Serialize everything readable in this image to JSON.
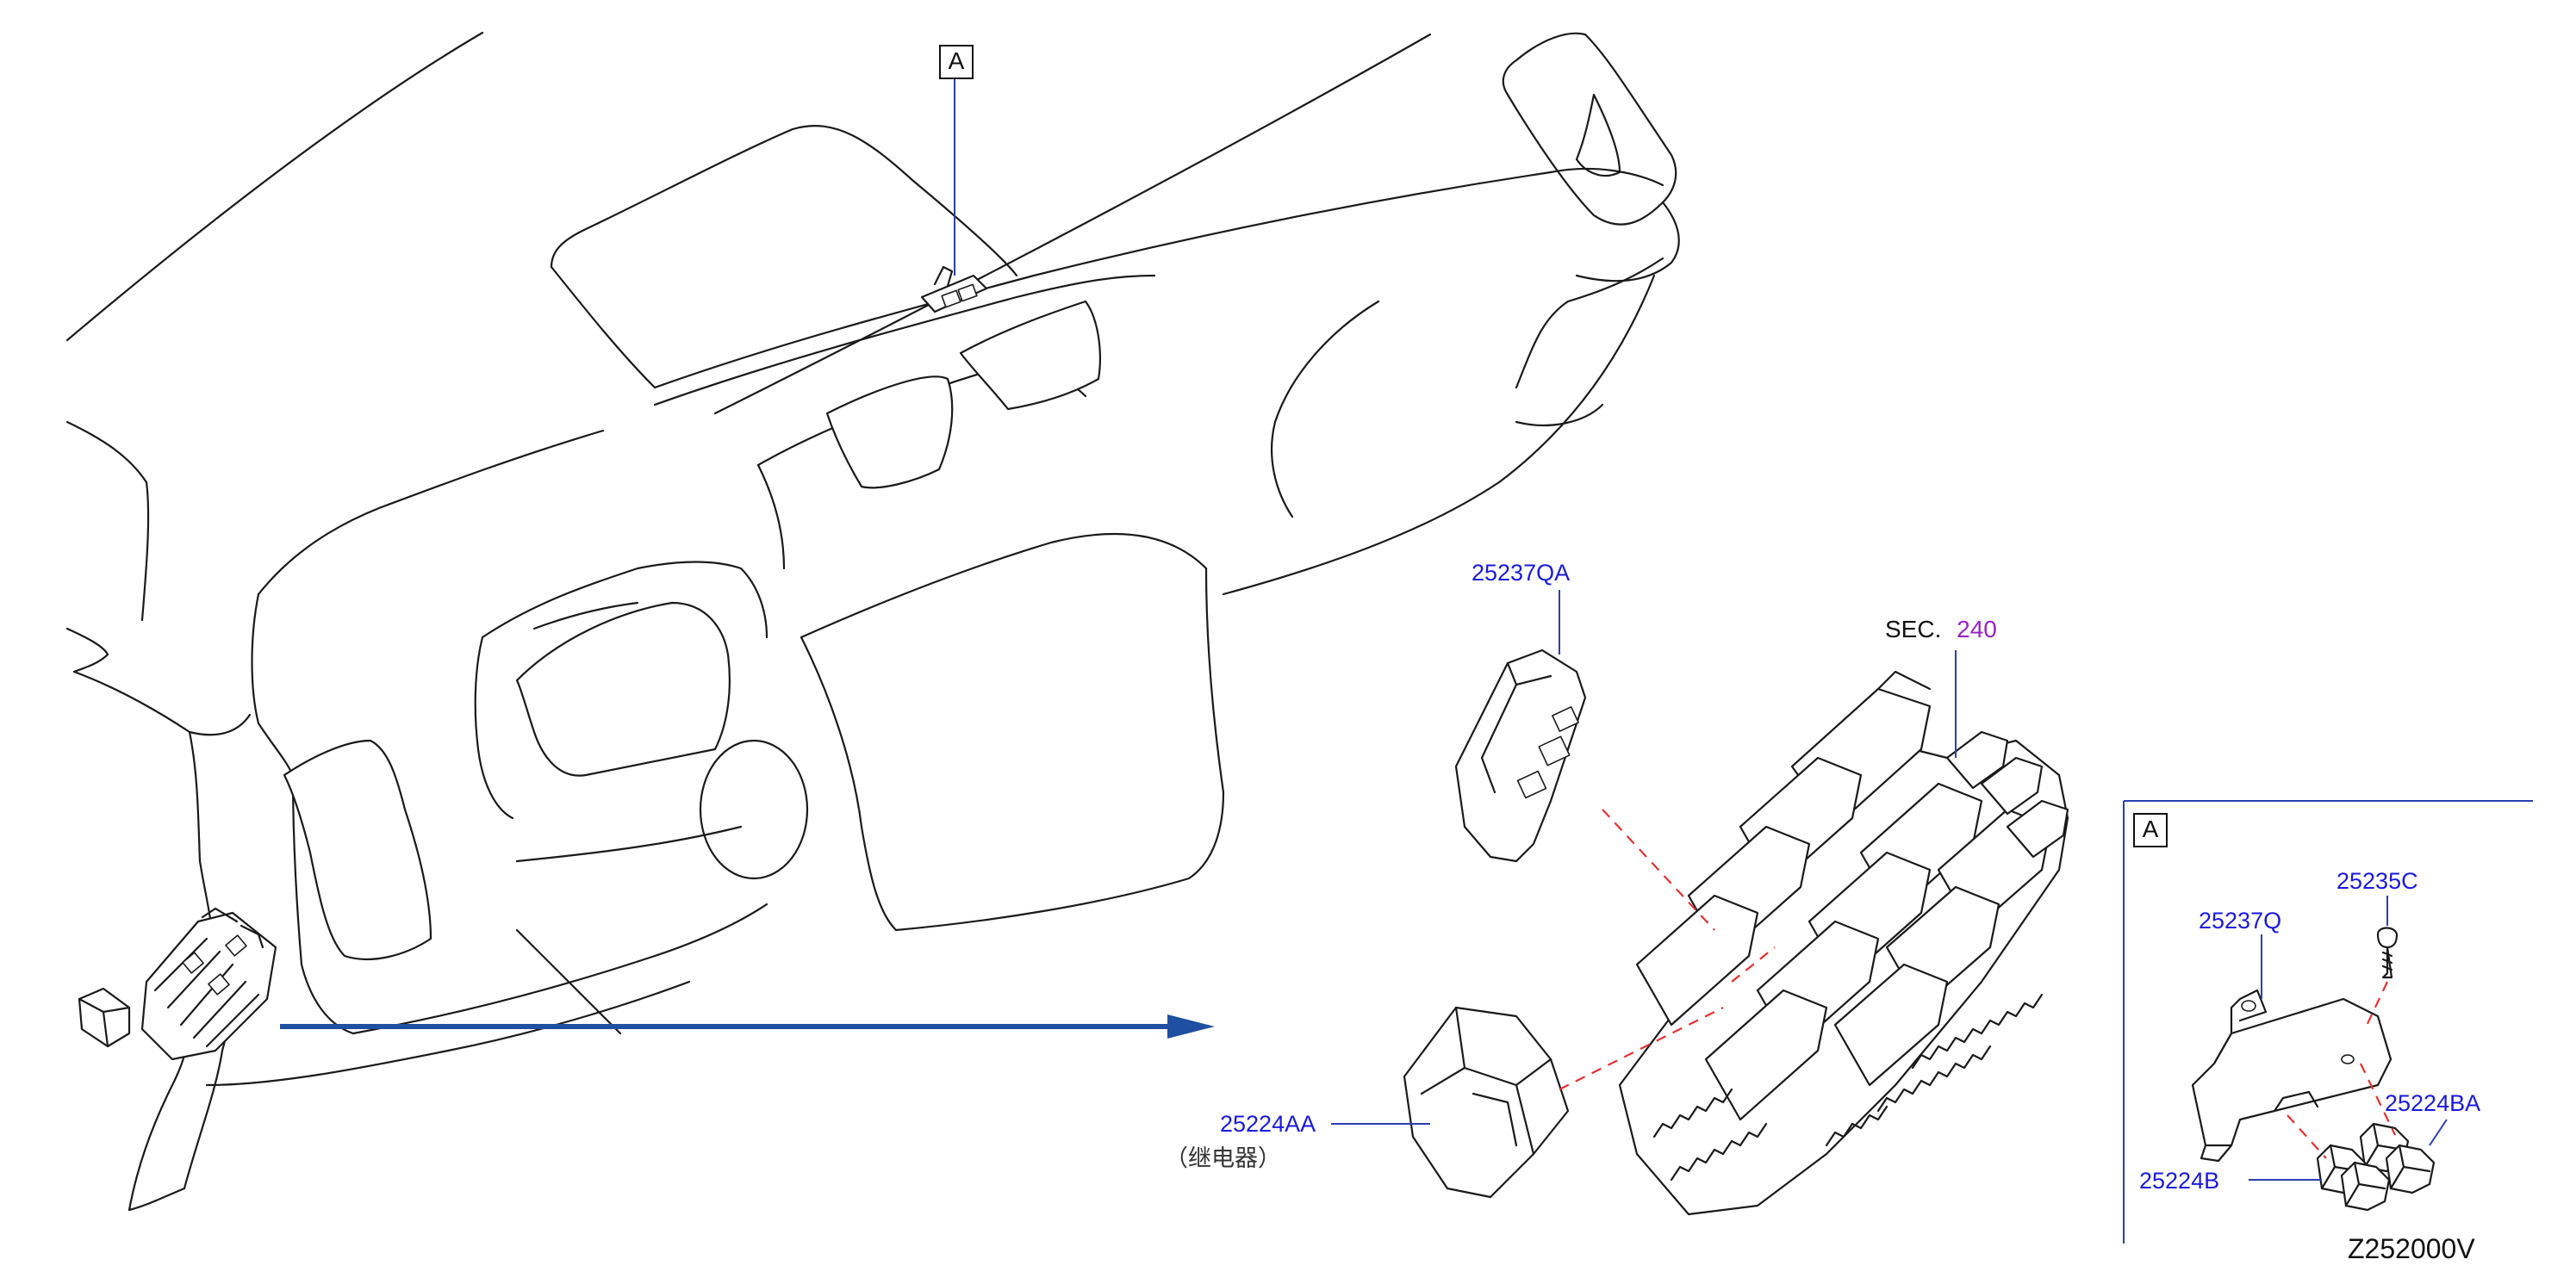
{
  "callouts": {
    "detail_a_top": "A",
    "detail_a_inset": "A"
  },
  "parts": {
    "p25237QA": "25237QA",
    "p25224AA": "25224AA",
    "p25224AA_note": "（继电器）",
    "p25235C": "25235C",
    "p25237Q": "25237Q",
    "p25224BA": "25224BA",
    "p25224B": "25224B"
  },
  "section_ref": {
    "prefix": "SEC.",
    "number": "240"
  },
  "drawing_code": "Z252000V",
  "colors": {
    "part_label": "#1a1adc",
    "section_number": "#9a22c8",
    "leader": "#2a3fb0",
    "exploded_dash": "#e8312f",
    "arrow": "#1f4fa0"
  },
  "icons": {
    "arrow": "right-arrow-icon"
  }
}
